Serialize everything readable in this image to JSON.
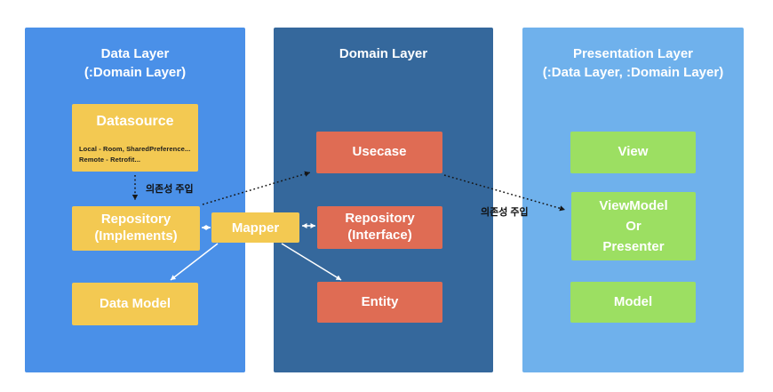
{
  "colors": {
    "data_layer_bg": "#4a90e8",
    "domain_layer_bg": "#35689c",
    "presentation_layer_bg": "#6fb1ec",
    "data_box": "#f3c952",
    "domain_box": "#df6c54",
    "presentation_box": "#9cdf62",
    "arrow_white": "#ffffff",
    "arrow_dotted": "#161616"
  },
  "panels": {
    "data": {
      "title_line1": "Data Layer",
      "title_line2": "(:Domain Layer)",
      "boxes": {
        "datasource": {
          "label": "Datasource",
          "note_line1": "Local - Room, SharedPreference...",
          "note_line2": "Remote - Retrofit..."
        },
        "repository_impl": {
          "label_line1": "Repository",
          "label_line2": "(Implements)"
        },
        "data_model": {
          "label": "Data Model"
        }
      }
    },
    "domain": {
      "title": "Domain Layer",
      "boxes": {
        "usecase": {
          "label": "Usecase"
        },
        "repository_interface": {
          "label_line1": "Repository",
          "label_line2": "(Interface)"
        },
        "entity": {
          "label": "Entity"
        }
      }
    },
    "presentation": {
      "title_line1": "Presentation Layer",
      "title_line2": "(:Data Layer, :Domain Layer)",
      "boxes": {
        "view": {
          "label": "View"
        },
        "viewmodel": {
          "label_line1": "ViewModel",
          "label_line2": "Or",
          "label_line3": "Presenter"
        },
        "model": {
          "label": "Model"
        }
      }
    }
  },
  "mapper": {
    "label": "Mapper"
  },
  "annotations": {
    "di_label_left": "의존성 주입",
    "di_label_right": "의존성 주입"
  }
}
